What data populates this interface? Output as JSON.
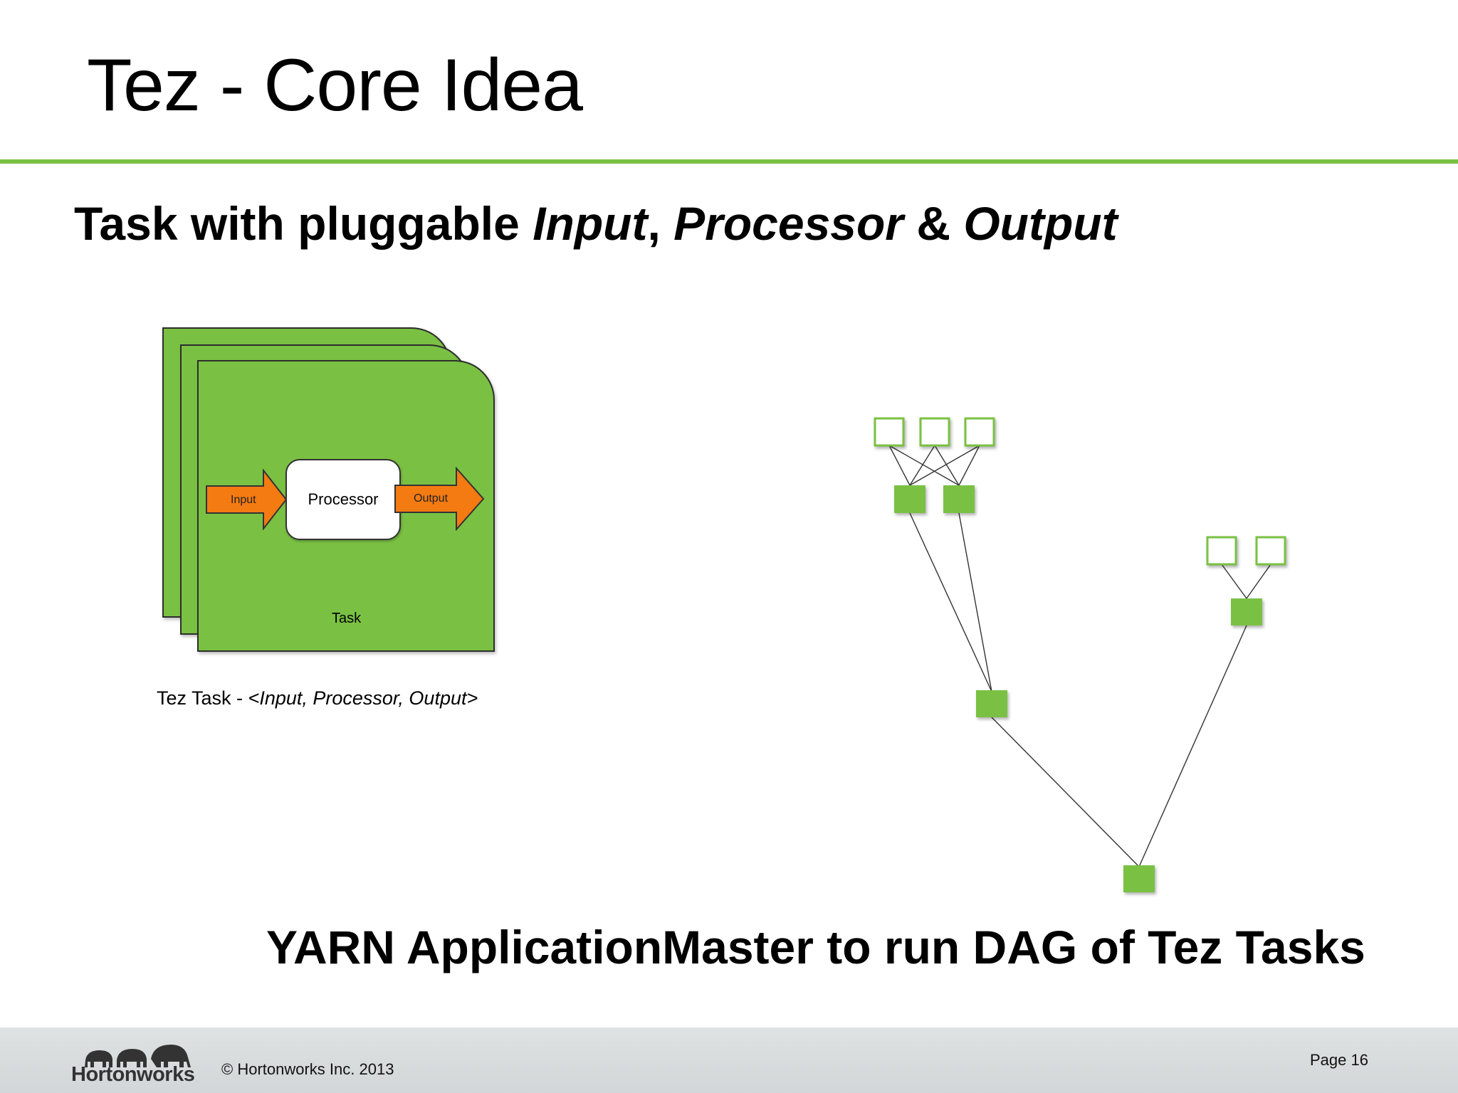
{
  "slide": {
    "title": "Tez - Core Idea",
    "subtitle": {
      "lead": "Task with pluggable ",
      "input": "Input",
      "comma": ", ",
      "processor": "Processor",
      "amp": " & ",
      "output": "Output"
    },
    "bottom_heading": "YARN ApplicationMaster to run DAG of Tez Tasks"
  },
  "task_diagram": {
    "input_label": "Input",
    "processor_label": "Processor",
    "output_label": "Output",
    "task_label": "Task",
    "caption_prefix": "Tez Task - ",
    "caption_italic": "<Input, Processor, Output>"
  },
  "dag": {
    "source_vertex_color": "#ffffff",
    "task_vertex_color": "#7ac143"
  },
  "footer": {
    "logo_text": "Hortonworks",
    "copyright": "© Hortonworks Inc. 2013",
    "page": "Page 16"
  },
  "colors": {
    "accent_green": "#7ac143",
    "arrow_orange": "#f47a12"
  }
}
